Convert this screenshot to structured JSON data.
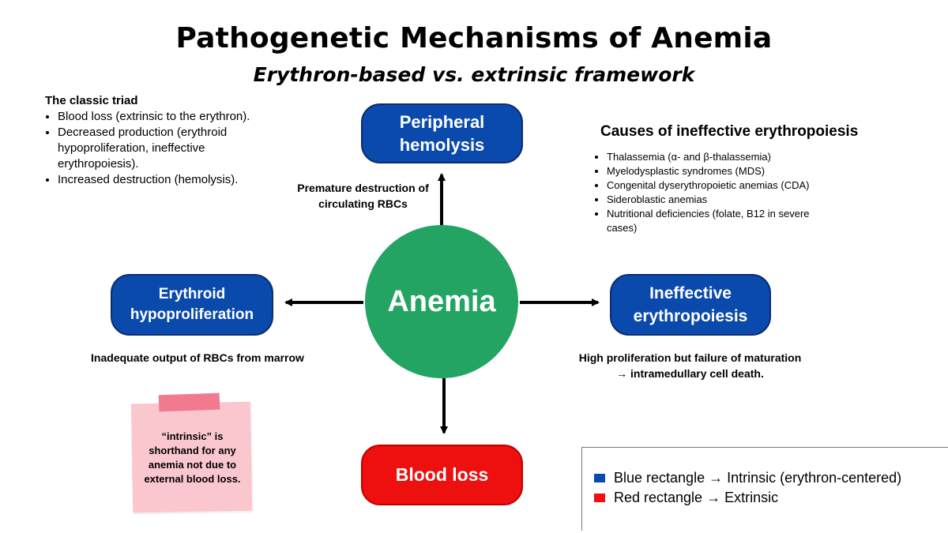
{
  "header": {
    "title": "Pathogenetic Mechanisms of Anemia",
    "subtitle": "Erythron-based vs. extrinsic framework"
  },
  "triad": {
    "heading": "The classic triad",
    "items": [
      "Blood loss (extrinsic to the erythron).",
      "Decreased production (erythroid hypoproliferation, ineffective erythropoiesis).",
      "Increased destruction (hemolysis)."
    ]
  },
  "causes": {
    "heading": "Causes of ineffective erythropoiesis",
    "items": [
      "Thalassemia (α- and β-thalassemia)",
      "Myelodysplastic syndromes (MDS)",
      "Congenital dyserythropoietic anemias (CDA)",
      "Sideroblastic anemias",
      "Nutritional deficiencies (folate, B12 in severe cases)"
    ]
  },
  "nodes": {
    "center": "Anemia",
    "peripheral": "Peripheral hemolysis",
    "hypoproliferation": "Erythroid hypoproliferation",
    "ineffective": "Ineffective erythropoiesis",
    "blood_loss": "Blood loss"
  },
  "labels": {
    "premature": "Premature destruction of circulating RBCs",
    "inadequate": "Inadequate output of RBCs from marrow",
    "high_proliferation": "High proliferation but failure of maturation → intramedullary cell death."
  },
  "note": {
    "text": "“intrinsic” is shorthand for any anemia not due to external blood loss."
  },
  "legend": {
    "blue_label": "Blue rectangle → Intrinsic (erythron-centered)",
    "red_label": "Red rectangle → Extrinsic"
  },
  "colors": {
    "intrinsic_blue": "#0a4aad",
    "extrinsic_red": "#ee0f0f",
    "center_green": "#23a462",
    "note_pink": "#fbc7cf",
    "tape_pink": "#f27a8f"
  }
}
